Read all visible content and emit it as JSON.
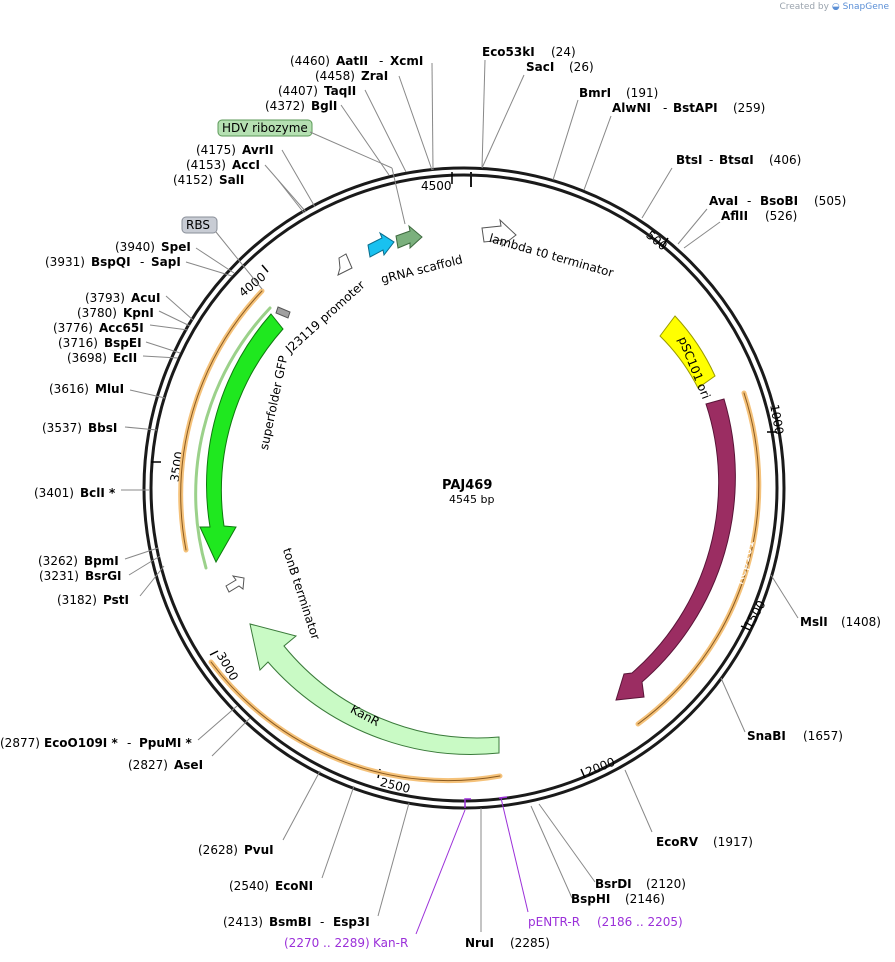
{
  "credit": {
    "prefix": "Created by",
    "brand": "SnapGene"
  },
  "plasmid": {
    "name": "PAJ469",
    "length_label": "4545 bp"
  },
  "ticks": [
    {
      "label": "500"
    },
    {
      "label": "1000"
    },
    {
      "label": "1500"
    },
    {
      "label": "2000"
    },
    {
      "label": "2500"
    },
    {
      "label": "3000"
    },
    {
      "label": "3500"
    },
    {
      "label": "4000"
    },
    {
      "label": "4500"
    }
  ],
  "features": {
    "lambda_t0": "lambda t0 terminator",
    "psc101_ori": "pSC101 ori",
    "rep101": "Rep101",
    "kanr": "KanR",
    "tonb": "tonB terminator",
    "sfgfp": "superfolder GFP",
    "j23119": "J23119 promoter",
    "grna": "gRNA scaffold",
    "hdv": "HDV ribozyme",
    "rbs": "RBS"
  },
  "sites": [
    {
      "id": "s1",
      "name": "Eco53kI",
      "pos": "(24)"
    },
    {
      "id": "s2",
      "name": "SacI",
      "pos": "(26)"
    },
    {
      "id": "s3",
      "name": "BmrI",
      "pos": "(191)"
    },
    {
      "id": "s4",
      "name": "AlwNI",
      "sep": "-",
      "name2": "BstAPI",
      "pos": "(259)"
    },
    {
      "id": "s5",
      "name": "BtsI",
      "sep": "-",
      "name2": "BtsαI",
      "pos": "(406)"
    },
    {
      "id": "s6",
      "name": "AvaI",
      "sep": "-",
      "name2": "BsoBI",
      "pos": "(505)"
    },
    {
      "id": "s7",
      "name": "AflII",
      "pos": "(526)"
    },
    {
      "id": "s8",
      "name": "MslI",
      "pos": "(1408)"
    },
    {
      "id": "s9",
      "name": "SnaBI",
      "pos": "(1657)"
    },
    {
      "id": "s10",
      "name": "EcoRV",
      "pos": "(1917)"
    },
    {
      "id": "s11",
      "name": "BsrDI",
      "pos": "(2120)"
    },
    {
      "id": "s12",
      "name": "BspHI",
      "pos": "(2146)"
    },
    {
      "id": "s13",
      "name": "NruI",
      "pos": "(2285)"
    },
    {
      "id": "s14",
      "name": "BsmBI",
      "sep": "-",
      "name2": "Esp3I",
      "pos": "(2413)"
    },
    {
      "id": "s15",
      "name": "EcoNI",
      "pos": "(2540)"
    },
    {
      "id": "s16",
      "name": "PvuI",
      "pos": "(2628)"
    },
    {
      "id": "s17",
      "name": "AseI",
      "pos": "(2827)"
    },
    {
      "id": "s18",
      "name": "EcoO109I *",
      "sep": "-",
      "name2": "PpuMI *",
      "pos": "(2877)"
    },
    {
      "id": "s19",
      "name": "PstI",
      "pos": "(3182)"
    },
    {
      "id": "s20",
      "name": "BsrGI",
      "pos": "(3231)"
    },
    {
      "id": "s21",
      "name": "BpmI",
      "pos": "(3262)"
    },
    {
      "id": "s22",
      "name": "BclI *",
      "pos": "(3401)"
    },
    {
      "id": "s23",
      "name": "BbsI",
      "pos": "(3537)"
    },
    {
      "id": "s24",
      "name": "MluI",
      "pos": "(3616)"
    },
    {
      "id": "s25",
      "name": "EcII",
      "pos": "(3698)"
    },
    {
      "id": "s26",
      "name": "BspEI",
      "pos": "(3716)"
    },
    {
      "id": "s27",
      "name": "Acc65I",
      "pos": "(3776)"
    },
    {
      "id": "s28",
      "name": "KpnI",
      "pos": "(3780)"
    },
    {
      "id": "s29",
      "name": "AcuI",
      "pos": "(3793)"
    },
    {
      "id": "s30",
      "name": "BspQI",
      "sep": "-",
      "name2": "SapI",
      "pos": "(3931)"
    },
    {
      "id": "s31",
      "name": "SpeI",
      "pos": "(3940)"
    },
    {
      "id": "s32",
      "name": "SalI",
      "pos": "(4152)"
    },
    {
      "id": "s33",
      "name": "AccI",
      "pos": "(4153)"
    },
    {
      "id": "s34",
      "name": "AvrII",
      "pos": "(4175)"
    },
    {
      "id": "s35",
      "name": "BglI",
      "pos": "(4372)"
    },
    {
      "id": "s36",
      "name": "TaqII",
      "pos": "(4407)"
    },
    {
      "id": "s37",
      "name": "ZraI",
      "pos": "(4458)"
    },
    {
      "id": "s38",
      "name": "AatII",
      "sep": "-",
      "name2": "XcmI",
      "pos": "(4460)"
    }
  ],
  "primers": [
    {
      "id": "p1",
      "name": "pENTR-R",
      "range": "(2186 .. 2205)"
    },
    {
      "id": "p2",
      "name": "Kan-R",
      "range": "(2270 .. 2289)"
    }
  ],
  "colors": {
    "backbone": "#1a1a1a",
    "rep101": "#9b2d62",
    "kanr": "#c9fac5",
    "sfgfp": "#1fe81f",
    "psc101_ori": "#ffff00",
    "orf_outline": "#f5c27a",
    "grna_blue": "#19c1f0",
    "grna_green": "#7bb07d",
    "primer": "#9b30d9",
    "hdv_box": "#b5e0b2",
    "rbs_box": "#c8ccd4"
  }
}
